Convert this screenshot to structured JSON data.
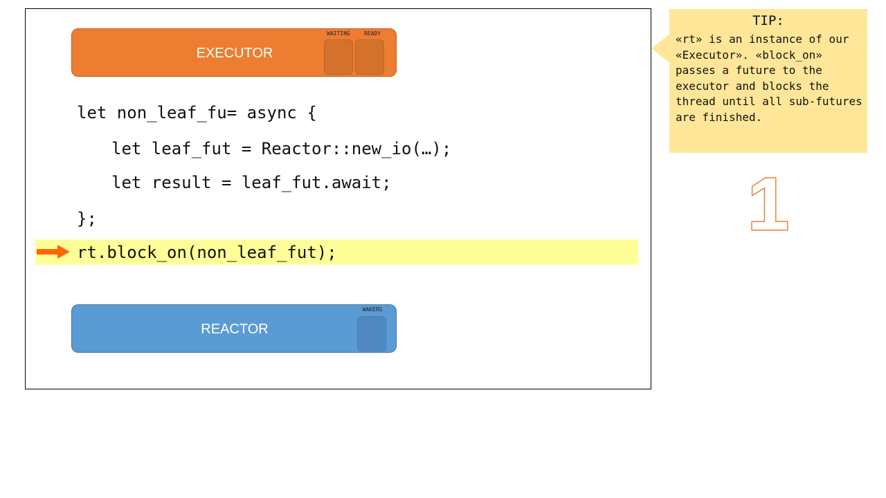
{
  "executor": {
    "label": "EXECUTOR",
    "waiting_label": "WAITING",
    "ready_label": "READY",
    "color": "#ed7d31"
  },
  "code": {
    "line1": "let non_leaf_fu= async {",
    "line2": "let leaf_fut = Reactor::new_io(…);",
    "line3": "let result = leaf_fut.await;",
    "line4": "};",
    "line5": "rt.block_on(non_leaf_fut);"
  },
  "reactor": {
    "label": "REACTOR",
    "wakers_label": "WAKERS",
    "color": "#5b9bd5"
  },
  "tip": {
    "title": "TIP:",
    "text": "«rt» is an instance of our «Executor». «block_on» passes a future to the executor and blocks the thread until all sub-futures are finished."
  },
  "step": {
    "number": "1",
    "color": "#ed7d31"
  },
  "icons": {
    "current_line_marker": "right-arrow-icon"
  }
}
